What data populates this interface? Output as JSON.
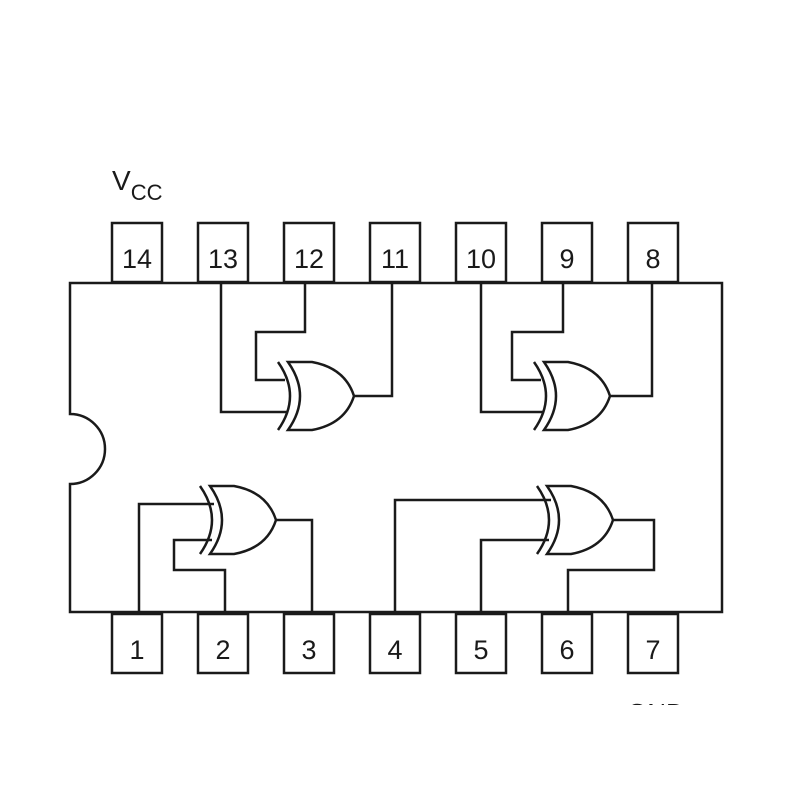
{
  "supply": {
    "vcc_main": "V",
    "vcc_sub": "CC",
    "gnd": "GND"
  },
  "top_pins": [
    "14",
    "13",
    "12",
    "11",
    "10",
    "9",
    "8"
  ],
  "bottom_pins": [
    "1",
    "2",
    "3",
    "4",
    "5",
    "6",
    "7"
  ],
  "gates": [
    {
      "type": "xor-gate",
      "inputs": [
        "13",
        "12"
      ],
      "output": "11"
    },
    {
      "type": "xor-gate",
      "inputs": [
        "10",
        "9"
      ],
      "output": "8"
    },
    {
      "type": "xor-gate",
      "inputs": [
        "1",
        "2"
      ],
      "output": "3"
    },
    {
      "type": "xor-gate",
      "inputs": [
        "4",
        "5"
      ],
      "output": "6"
    }
  ]
}
